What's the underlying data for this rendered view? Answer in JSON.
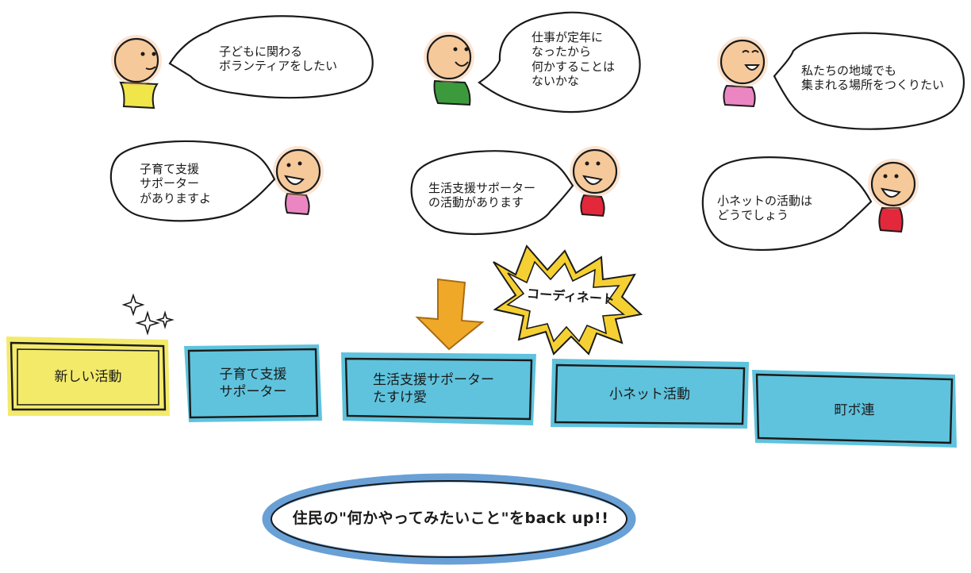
{
  "colors": {
    "skin": "#f6c99a",
    "skin_glow": "#f3b27a",
    "yellow_shirt": "#f0e64a",
    "green_shirt": "#3c9a3c",
    "pink_shirt": "#ec86c2",
    "red_shirt": "#e2283a",
    "box_blue": "#5fc3dd",
    "box_yellow": "#f2e85a",
    "arrow_orange": "#f0a829",
    "burst_yellow": "#f5d033",
    "ellipse_blue": "#4f8fcf",
    "ink": "#1a1a1a"
  },
  "icons": [
    "person-icon",
    "sparkle-icon",
    "down-arrow-icon",
    "burst-icon"
  ],
  "speech": {
    "q1": "子どもに関わる\nボランティアをしたい",
    "q2": "仕事が定年に\nなったから\n何かすることは\nないかな",
    "q3": "私たちの地域でも\n集まれる場所をつくりたい",
    "a1": "子育て支援\nサポーター\nがありますよ",
    "a2": "生活支援サポーター\nの活動があります",
    "a3": "小ネットの活動は\nどうでしょう"
  },
  "coordinate_label": "コーディネート",
  "boxes": [
    {
      "label": "新しい活動"
    },
    {
      "label": "子育て支援\nサポーター"
    },
    {
      "label": "生活支援サポーター\nたすけ愛"
    },
    {
      "label": "小ネット活動"
    },
    {
      "label": "町ボ連"
    }
  ],
  "slogan": "住民の\"何かやってみたいこと\"をback up!!"
}
